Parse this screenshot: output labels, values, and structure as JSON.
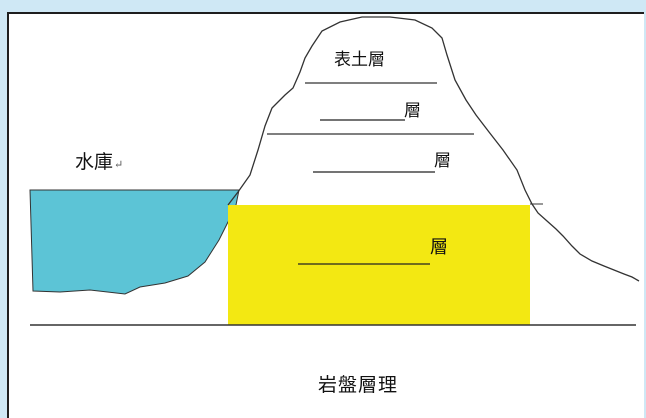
{
  "diagram": {
    "reservoir_label": "水庫",
    "reservoir_mark": "↵",
    "topsoil_label": "表土層",
    "layer2_label": "層",
    "layer3_label": "層",
    "layer4_label": "層",
    "bedrock_label": "岩盤層理",
    "colors": {
      "water": "#5cc4d6",
      "yellow_layer": "#f3e812",
      "outline": "#333333",
      "background_strip": "#cfe8f5"
    }
  }
}
